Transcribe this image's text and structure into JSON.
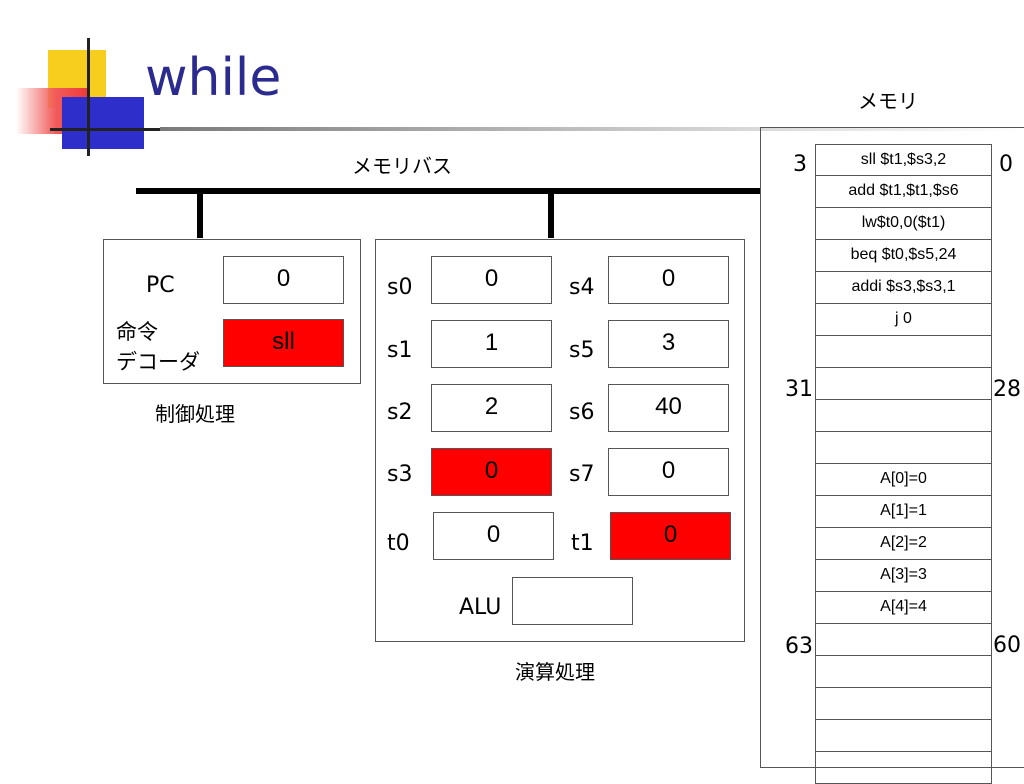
{
  "title": "while",
  "memory_label": "メモリ",
  "bus_label": "メモリバス",
  "control": {
    "pc_label": "PC",
    "pc_value": "0",
    "decoder_label_line1": "命令",
    "decoder_label_line2": "デコーダ",
    "decoder_value": "sll",
    "caption": "制御処理"
  },
  "arith": {
    "caption": "演算処理",
    "alu_label": "ALU",
    "alu_value": "",
    "registers": {
      "s0": {
        "label": "s0",
        "value": "0"
      },
      "s1": {
        "label": "s1",
        "value": "1"
      },
      "s2": {
        "label": "s2",
        "value": "2"
      },
      "s3": {
        "label": "s3",
        "value": "0"
      },
      "s4": {
        "label": "s4",
        "value": "0"
      },
      "s5": {
        "label": "s5",
        "value": "3"
      },
      "s6": {
        "label": "s6",
        "value": "40"
      },
      "s7": {
        "label": "s7",
        "value": "0"
      },
      "t0": {
        "label": "t0",
        "value": "0"
      },
      "t1": {
        "label": "t1",
        "value": "0"
      }
    }
  },
  "memory": {
    "cells": [
      "sll $t1,$s3,2",
      "add $t1,$t1,$s6",
      "lw$t0,0($t1)",
      "beq $t0,$s5,24",
      "addi $s3,$s3,1",
      "j 0",
      "",
      "",
      "",
      "",
      "A[0]=0",
      "A[1]=1",
      "A[2]=2",
      "A[3]=3",
      "A[4]=4",
      "",
      "",
      "",
      "",
      ""
    ],
    "addr_left": [
      "3",
      "31",
      "63"
    ],
    "addr_right": [
      "0",
      "28",
      "60"
    ]
  },
  "highlight_color": "#ff0000",
  "title_color": "#2b2b8f"
}
